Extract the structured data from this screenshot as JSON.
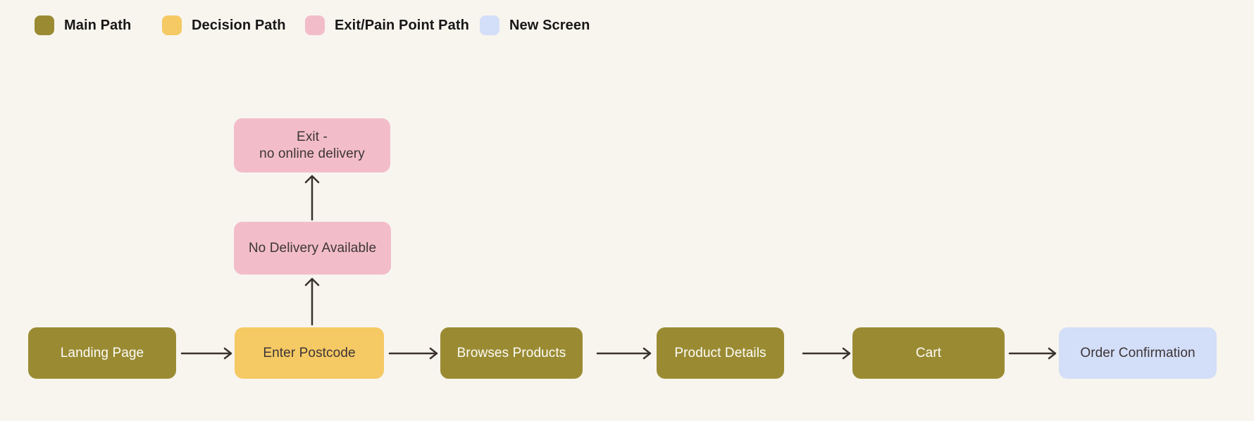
{
  "colors": {
    "background": "#f8f5ee",
    "main": "#9a8b33",
    "decision": "#f5c963",
    "exit": "#f2bdc9",
    "new-screen": "#d3def8",
    "arrow": "#3a322d",
    "text-dark": "#3d3537",
    "text-light": "#fdfcf7",
    "legend-text": "#171717"
  },
  "legend": {
    "items": [
      {
        "label": "Main Path",
        "color": "#9a8b33",
        "type": "main"
      },
      {
        "label": "Decision Path",
        "color": "#f5c963",
        "type": "decision"
      },
      {
        "label": "Exit/Pain Point Path",
        "color": "#f2bdc9",
        "type": "exit"
      },
      {
        "label": "New Screen",
        "color": "#d3def8",
        "type": "new-screen"
      }
    ]
  },
  "flow": {
    "nodes": {
      "landing_page": {
        "label": "Landing Page",
        "type": "main"
      },
      "enter_postcode": {
        "label": "Enter Postcode",
        "type": "decision"
      },
      "browses_products": {
        "label": "Browses Products",
        "type": "main"
      },
      "product_details": {
        "label": "Product Details",
        "type": "main"
      },
      "cart": {
        "label": "Cart",
        "type": "main"
      },
      "order_confirmation": {
        "label": "Order Confirmation",
        "type": "new-screen"
      },
      "no_delivery": {
        "label": "No Delivery Available",
        "type": "exit"
      },
      "exit_screen": {
        "label_line1": "Exit -",
        "label_line2": "no online delivery",
        "type": "exit"
      }
    },
    "edges": [
      {
        "from": "Landing Page",
        "to": "Enter Postcode"
      },
      {
        "from": "Enter Postcode",
        "to": "Browses Products"
      },
      {
        "from": "Browses Products",
        "to": "Product Details"
      },
      {
        "from": "Product Details",
        "to": "Cart"
      },
      {
        "from": "Cart",
        "to": "Order Confirmation"
      },
      {
        "from": "Enter Postcode",
        "to": "No Delivery Available"
      },
      {
        "from": "No Delivery Available",
        "to": "Exit - no online delivery"
      }
    ]
  }
}
